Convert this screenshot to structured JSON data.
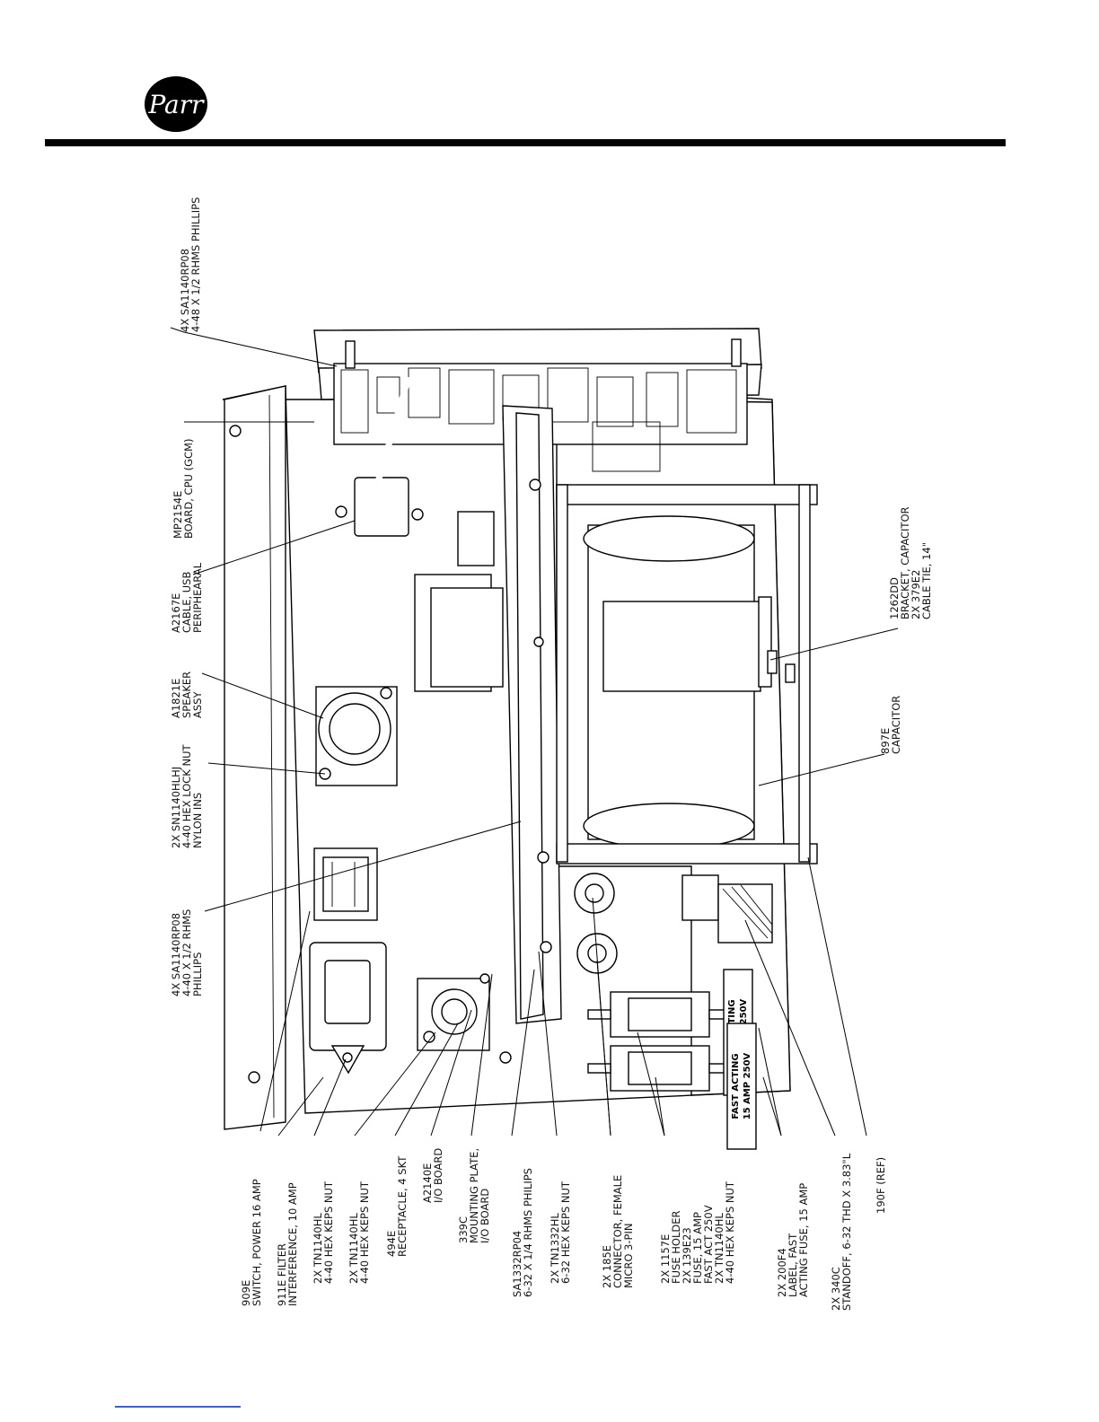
{
  "brand": {
    "logo_text": "Parr"
  },
  "callouts_top": [
    {
      "id": "c-4x-sa1140",
      "lines": [
        "4X SA1140RP08",
        "4-48 X 1/2 RHMS PHILLIPS"
      ]
    },
    {
      "id": "c-mp2154e",
      "lines": [
        "MP2154E",
        "BOARD, CPU (GCM)"
      ]
    },
    {
      "id": "c-a2167e",
      "lines": [
        "A2167E",
        "CABLE, USB",
        "PERIPHEARAL"
      ]
    },
    {
      "id": "c-a1821e",
      "lines": [
        "A1821E",
        "SPEAKER",
        "ASSY"
      ]
    },
    {
      "id": "c-2x-sn1140",
      "lines": [
        "2X SN1140HLHJ",
        "4-40 HEX LOCK NUT",
        "NYLON INS"
      ]
    },
    {
      "id": "c-4x-sa1140rp08",
      "lines": [
        "4X SA1140RP08",
        "4-40 X 1/2 RHMS",
        "PHILLIPS"
      ]
    }
  ],
  "callouts_right": [
    {
      "id": "c-1262dd",
      "lines": [
        "1262DD",
        "BRACKET, CAPACITOR",
        "2X 379E2",
        "CABLE TIE, 14\""
      ]
    },
    {
      "id": "c-897e",
      "lines": [
        "897E",
        "CAPACITOR"
      ]
    }
  ],
  "callouts_bottom": [
    {
      "id": "c-909e",
      "lines": [
        "909E",
        "SWITCH, POWER 16 AMP"
      ]
    },
    {
      "id": "c-911e",
      "lines": [
        "911E FILTER",
        "INTERFERENCE, 10 AMP"
      ]
    },
    {
      "id": "c-2x-tn1140hl-a",
      "lines": [
        "2X TN1140HL",
        "4-40 HEX KEPS NUT"
      ]
    },
    {
      "id": "c-2x-tn1140hl-b",
      "lines": [
        "2X TN1140HL",
        "4-40 HEX KEPS NUT"
      ]
    },
    {
      "id": "c-494e",
      "lines": [
        "494E",
        "RECEPTACLE, 4 SKT"
      ]
    },
    {
      "id": "c-a2140e",
      "lines": [
        "A2140E",
        "I/O BOARD"
      ]
    },
    {
      "id": "c-339c",
      "lines": [
        "339C",
        "MOUNTING PLATE,",
        "I/O BOARD"
      ]
    },
    {
      "id": "c-sa1332",
      "lines": [
        "SA1332RP04",
        "6-32 X 1/4 RHMS PHILIPS"
      ]
    },
    {
      "id": "c-2x-tn1332",
      "lines": [
        "2X TN1332HL",
        "6-32 HEX KEPS NUT"
      ]
    },
    {
      "id": "c-2x-185e",
      "lines": [
        "2X 185E",
        "CONNECTOR, FEMALE",
        "MICRO 3-PIN"
      ]
    },
    {
      "id": "c-fuse",
      "lines": [
        "2X 1157E",
        "FUSE HOLDER",
        "2X 139E23",
        "FUSE, 15 AMP",
        "FAST ACT 250V",
        "2X TN1140HL",
        "4-40 HEX KEPS NUT"
      ]
    },
    {
      "id": "c-2x-2004",
      "lines": [
        "2X 200F4",
        "LABEL, FAST",
        "ACTING FUSE, 15 AMP"
      ]
    },
    {
      "id": "c-2x-340c",
      "lines": [
        "2X 340C",
        "STANDOFF, 6-32 THD X 3.83\"L"
      ]
    },
    {
      "id": "c-190f",
      "lines": [
        "190F (REF)"
      ]
    }
  ],
  "fuse_labels": [
    {
      "id": "fuse-label-1",
      "lines": [
        "FAST ACTING",
        "15 AMP 250V"
      ]
    },
    {
      "id": "fuse-label-2",
      "lines": [
        "FAST ACTING",
        "15 AMP 250V"
      ]
    }
  ]
}
